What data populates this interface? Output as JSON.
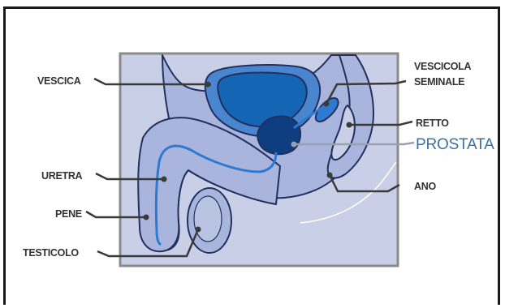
{
  "labels": {
    "vescica": "VESCICA",
    "uretra": "URETRA",
    "pene": "PENE",
    "testicolo": "TESTICOLO",
    "vescicola_line1": "VESCICOLA",
    "vescicola_line2": "SEMINALE",
    "retto": "RETTO",
    "prostata": "PROSTATA",
    "ano": "ANO"
  },
  "colors": {
    "background_panel": "#c9cfe6",
    "body_tissue": "#a9b5dc",
    "bladder_dark": "#1565b5",
    "prostate": "#0e3d80",
    "urethra_line": "#2e7ad1",
    "prostata_text": "#3a6fa8"
  }
}
